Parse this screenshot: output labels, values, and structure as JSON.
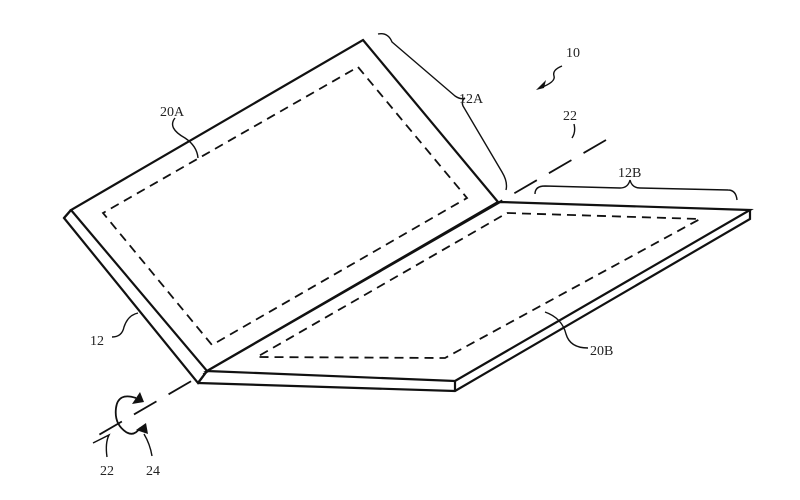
{
  "figure": {
    "labels": {
      "device": "10",
      "housing": "12",
      "housing_portion_a": "12A",
      "housing_portion_b": "12B",
      "display_a": "20A",
      "display_b": "20B",
      "axis_top": "22",
      "axis_bottom": "22",
      "rotation": "24"
    }
  }
}
